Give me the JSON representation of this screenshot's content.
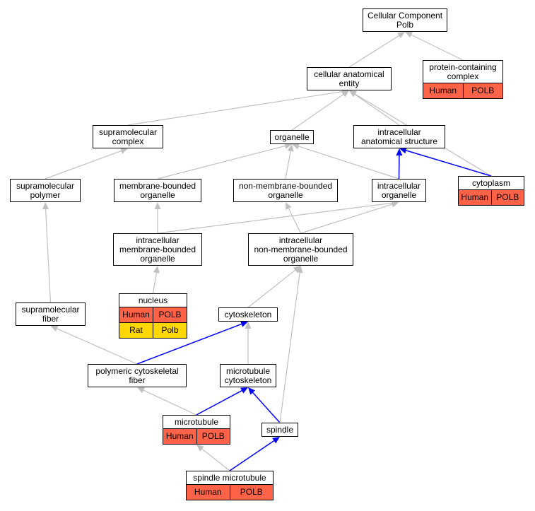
{
  "nodes": {
    "cc": {
      "label": "Cellular Component\nPolb"
    },
    "pcc": {
      "label": "protein-containing\ncomplex",
      "annotations": [
        [
          "Human",
          "POLB"
        ]
      ]
    },
    "cae": {
      "label": "cellular anatomical\nentity"
    },
    "smc": {
      "label": "supramolecular\ncomplex"
    },
    "org": {
      "label": "organelle"
    },
    "ias": {
      "label": "intracellular\nanatomical structure"
    },
    "smp": {
      "label": "supramolecular\npolymer"
    },
    "mbo": {
      "label": "membrane-bounded\norganelle"
    },
    "nmbo": {
      "label": "non-membrane-bounded\norganelle"
    },
    "io": {
      "label": "intracellular\norganelle"
    },
    "cyto": {
      "label": "cytoplasm",
      "annotations": [
        [
          "Human",
          "POLB"
        ]
      ]
    },
    "imbo": {
      "label": "intracellular\nmembrane-bounded\norganelle"
    },
    "inmbo": {
      "label": "intracellular\nnon-membrane-bounded\norganelle"
    },
    "nuc": {
      "label": "nucleus",
      "annotations": [
        [
          "Human",
          "POLB"
        ],
        [
          "Rat",
          "Polb"
        ]
      ]
    },
    "smf": {
      "label": "supramolecular\nfiber"
    },
    "csk": {
      "label": "cytoskeleton"
    },
    "pcf": {
      "label": "polymeric cytoskeletal\nfiber"
    },
    "mtc": {
      "label": "microtubule\ncytoskeleton"
    },
    "mt": {
      "label": "microtubule",
      "annotations": [
        [
          "Human",
          "POLB"
        ]
      ]
    },
    "spi": {
      "label": "spindle"
    },
    "smt": {
      "label": "spindle microtubule",
      "annotations": [
        [
          "Human",
          "POLB"
        ]
      ]
    }
  },
  "colors": {
    "is_a_edge": "#c0c0c0",
    "part_of_edge": "#0000ff",
    "human_cell": "#ff6347",
    "rat_cell": "#ffd700"
  },
  "edges": [
    {
      "from": "cae",
      "to": "cc",
      "type": "is_a"
    },
    {
      "from": "pcc",
      "to": "cc",
      "type": "is_a"
    },
    {
      "from": "smc",
      "to": "cae",
      "type": "is_a"
    },
    {
      "from": "org",
      "to": "cae",
      "type": "is_a"
    },
    {
      "from": "ias",
      "to": "cae",
      "type": "is_a"
    },
    {
      "from": "cyto",
      "to": "cae",
      "type": "is_a"
    },
    {
      "from": "smp",
      "to": "smc",
      "type": "is_a"
    },
    {
      "from": "mbo",
      "to": "org",
      "type": "is_a"
    },
    {
      "from": "nmbo",
      "to": "org",
      "type": "is_a"
    },
    {
      "from": "io",
      "to": "org",
      "type": "is_a"
    },
    {
      "from": "io",
      "to": "ias",
      "type": "part_of"
    },
    {
      "from": "cyto",
      "to": "ias",
      "type": "part_of"
    },
    {
      "from": "imbo",
      "to": "mbo",
      "type": "is_a"
    },
    {
      "from": "imbo",
      "to": "io",
      "type": "is_a"
    },
    {
      "from": "inmbo",
      "to": "nmbo",
      "type": "is_a"
    },
    {
      "from": "inmbo",
      "to": "io",
      "type": "is_a"
    },
    {
      "from": "nuc",
      "to": "imbo",
      "type": "is_a"
    },
    {
      "from": "smf",
      "to": "smp",
      "type": "is_a"
    },
    {
      "from": "csk",
      "to": "inmbo",
      "type": "is_a"
    },
    {
      "from": "pcf",
      "to": "smf",
      "type": "is_a"
    },
    {
      "from": "pcf",
      "to": "csk",
      "type": "part_of"
    },
    {
      "from": "mtc",
      "to": "csk",
      "type": "is_a"
    },
    {
      "from": "mt",
      "to": "pcf",
      "type": "is_a"
    },
    {
      "from": "mt",
      "to": "mtc",
      "type": "part_of"
    },
    {
      "from": "spi",
      "to": "mtc",
      "type": "part_of"
    },
    {
      "from": "spi",
      "to": "inmbo",
      "type": "is_a"
    },
    {
      "from": "smt",
      "to": "mt",
      "type": "is_a"
    },
    {
      "from": "smt",
      "to": "spi",
      "type": "part_of"
    }
  ]
}
